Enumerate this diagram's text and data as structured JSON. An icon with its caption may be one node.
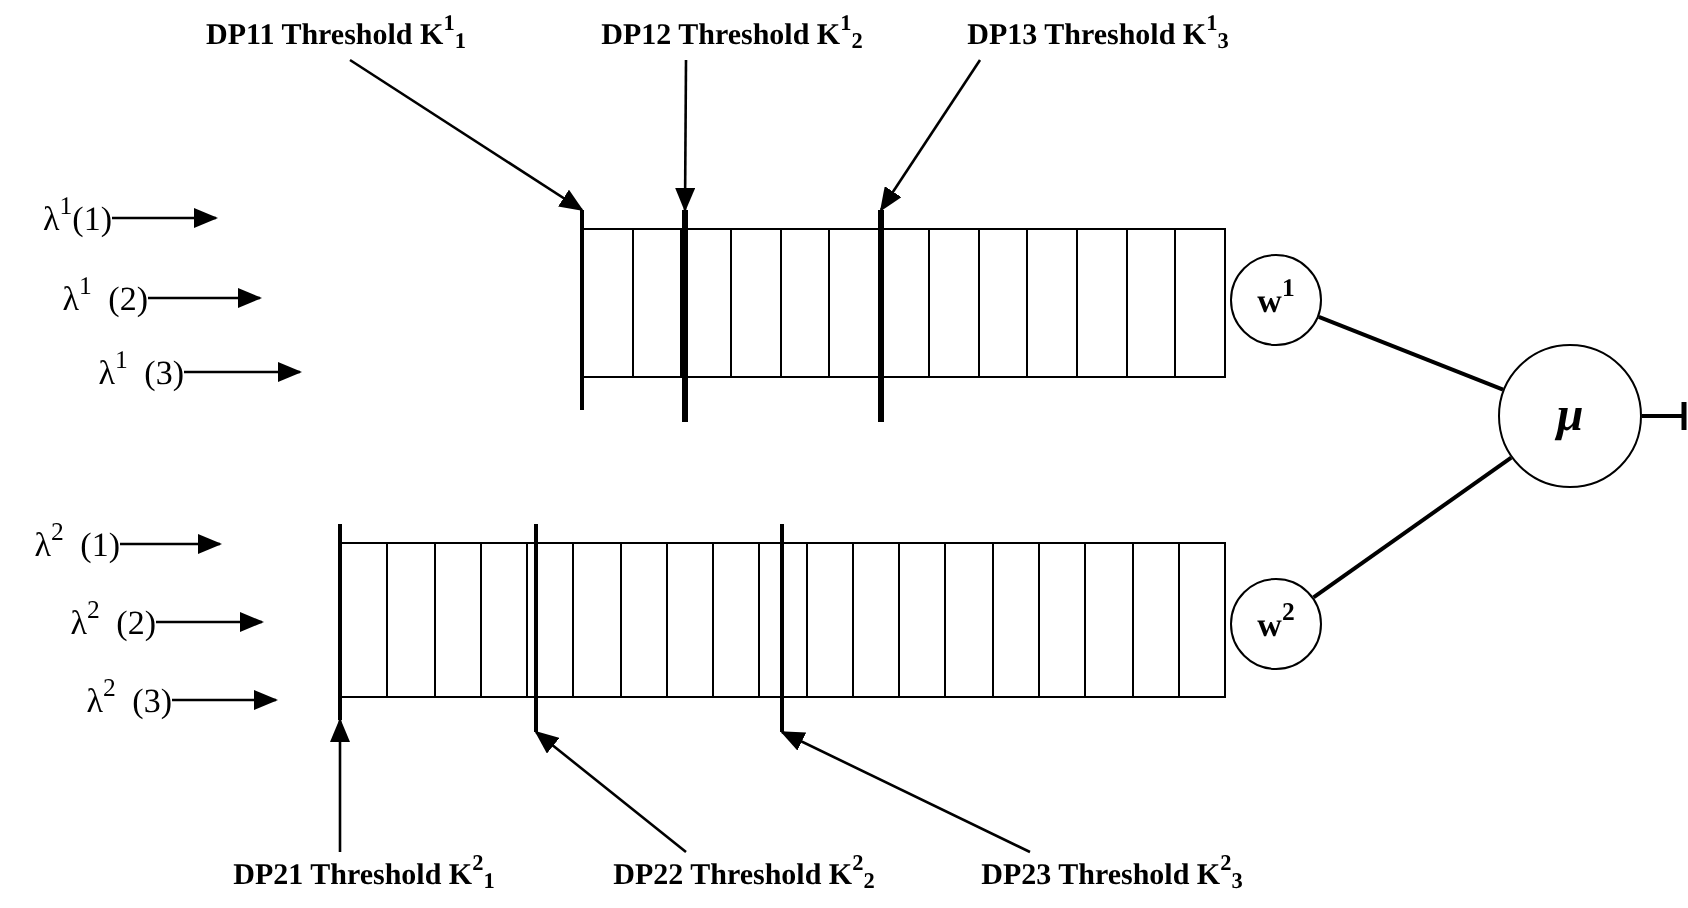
{
  "diagram": {
    "nodes": [
      {
        "text": [
          "DP11 Threshold K$^{1}$$_{1}$"
        ]
      },
      {
        "text": [
          "DP12 Threshold K$^{1}$$_{2}$"
        ]
      },
      {
        "text": [
          "DP13 Threshold K$^{1}$$_{3}$"
        ]
      },
      {
        "text": [
          "λ$^{1}$(1)"
        ]
      },
      {
        "text": [
          "λ$^{1}$ (2)"
        ]
      },
      {
        "text": [
          "λ$^{1}$ (3)"
        ]
      },
      {
        "text": [],
        "shape": "box"
      },
      {
        "text": [],
        "shape": "bar"
      },
      {
        "text": [],
        "shape": "bar"
      },
      {
        "text": [],
        "shape": "bar"
      },
      {
        "text": [
          "w$^{1}$"
        ]
      },
      {
        "text": [
          "μ"
        ]
      },
      {
        "text": [
          "λ$^{2}$ (1)"
        ]
      },
      {
        "text": [
          "λ$^{2}$ (2)"
        ]
      },
      {
        "text": [
          "λ$^{2}$ (3)"
        ]
      },
      {
        "text": [],
        "shape": "box"
      },
      {
        "text": [],
        "shape": "bar"
      },
      {
        "text": [],
        "shape": "bar"
      },
      {
        "text": [],
        "shape": "bar"
      },
      {
        "text": [
          "w$^{2}$"
        ]
      },
      {
        "text": [
          "DP21 Threshold K$^{2}$$_{1}$"
        ]
      },
      {
        "text": [
          "DP22 Threshold K$^{2}$$_{2}$"
        ]
      },
      {
        "text": [
          "DP23 Threshold K$^{2}$$_{3}$"
        ]
      }
    ],
    "edges": [
      {
        "from": 0,
        "to": 7,
        "arrow": "to"
      },
      {
        "from": 1,
        "to": 8,
        "arrow": "to"
      },
      {
        "from": 2,
        "to": 9,
        "arrow": "to"
      },
      {
        "from": 3,
        "to": null,
        "arrow": "to"
      },
      {
        "from": 4,
        "to": null,
        "arrow": "to"
      },
      {
        "from": 5,
        "to": null,
        "arrow": "to"
      },
      {
        "from": 10,
        "to": 11,
        "arrow": "none"
      },
      {
        "from": 19,
        "to": 11,
        "arrow": "none"
      },
      {
        "from": 11,
        "to": null,
        "arrow": "other"
      },
      {
        "from": 12,
        "to": null,
        "arrow": "to"
      },
      {
        "from": 13,
        "to": null,
        "arrow": "to"
      },
      {
        "from": 14,
        "to": null,
        "arrow": "to"
      },
      {
        "from": 20,
        "to": 16,
        "arrow": "to"
      },
      {
        "from": 21,
        "to": 17,
        "arrow": "to"
      },
      {
        "from": 22,
        "to": 18,
        "arrow": "to"
      }
    ]
  }
}
